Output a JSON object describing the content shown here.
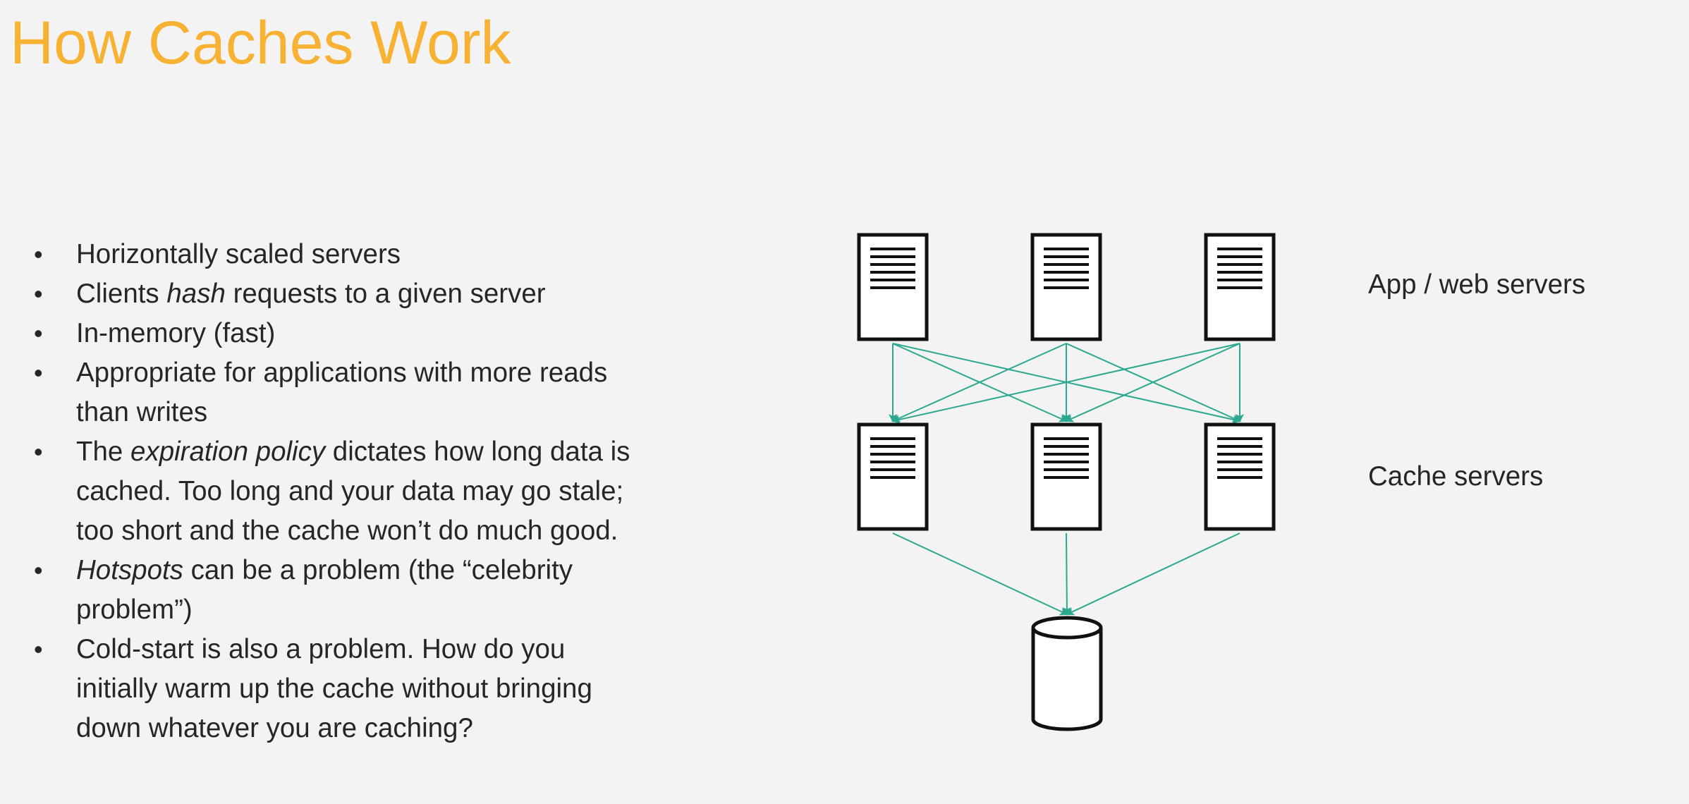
{
  "slide": {
    "title": "How Caches Work"
  },
  "bullets": [
    {
      "lines": [
        [
          {
            "text": "Horizontally scaled servers",
            "italic": false
          }
        ]
      ]
    },
    {
      "lines": [
        [
          {
            "text": "Clients ",
            "italic": false
          },
          {
            "text": "hash",
            "italic": true
          },
          {
            "text": " requests to a given server",
            "italic": false
          }
        ]
      ]
    },
    {
      "lines": [
        [
          {
            "text": "In-memory (fast)",
            "italic": false
          }
        ]
      ]
    },
    {
      "lines": [
        [
          {
            "text": "Appropriate for applications with more reads",
            "italic": false
          }
        ],
        [
          {
            "text": "than writes",
            "italic": false
          }
        ]
      ]
    },
    {
      "lines": [
        [
          {
            "text": "The ",
            "italic": false
          },
          {
            "text": "expiration policy",
            "italic": true
          },
          {
            "text": " dictates how long data is",
            "italic": false
          }
        ],
        [
          {
            "text": "cached. Too long and your data may go stale;",
            "italic": false
          }
        ],
        [
          {
            "text": "too short and the cache won’t do much good.",
            "italic": false
          }
        ]
      ]
    },
    {
      "lines": [
        [
          {
            "text": "Hotspots",
            "italic": true
          },
          {
            "text": " can be a problem (the “celebrity",
            "italic": false
          }
        ],
        [
          {
            "text": "problem”)",
            "italic": false
          }
        ]
      ]
    },
    {
      "lines": [
        [
          {
            "text": "Cold-start is also a problem. How do you",
            "italic": false
          }
        ],
        [
          {
            "text": "initially warm up the cache without bringing",
            "italic": false
          }
        ],
        [
          {
            "text": "down whatever you are caching?",
            "italic": false
          }
        ]
      ]
    }
  ],
  "diagram": {
    "app_servers_label": "App / web servers",
    "cache_servers_label": "Cache servers",
    "app_servers": [
      "app-server-1",
      "app-server-2",
      "app-server-3"
    ],
    "cache_servers": [
      "cache-server-1",
      "cache-server-2",
      "cache-server-3"
    ],
    "database": "database",
    "connections": [
      {
        "from": "app-server-1",
        "to": "cache-server-1"
      },
      {
        "from": "app-server-1",
        "to": "cache-server-2"
      },
      {
        "from": "app-server-1",
        "to": "cache-server-3"
      },
      {
        "from": "app-server-2",
        "to": "cache-server-1"
      },
      {
        "from": "app-server-2",
        "to": "cache-server-2"
      },
      {
        "from": "app-server-2",
        "to": "cache-server-3"
      },
      {
        "from": "app-server-3",
        "to": "cache-server-1"
      },
      {
        "from": "app-server-3",
        "to": "cache-server-2"
      },
      {
        "from": "app-server-3",
        "to": "cache-server-3"
      },
      {
        "from": "cache-server-1",
        "to": "database"
      },
      {
        "from": "cache-server-2",
        "to": "database"
      },
      {
        "from": "cache-server-3",
        "to": "database"
      }
    ],
    "colors": {
      "connector": "#2ba88f",
      "server_outline": "#111111",
      "server_fill": "#ffffff"
    }
  }
}
